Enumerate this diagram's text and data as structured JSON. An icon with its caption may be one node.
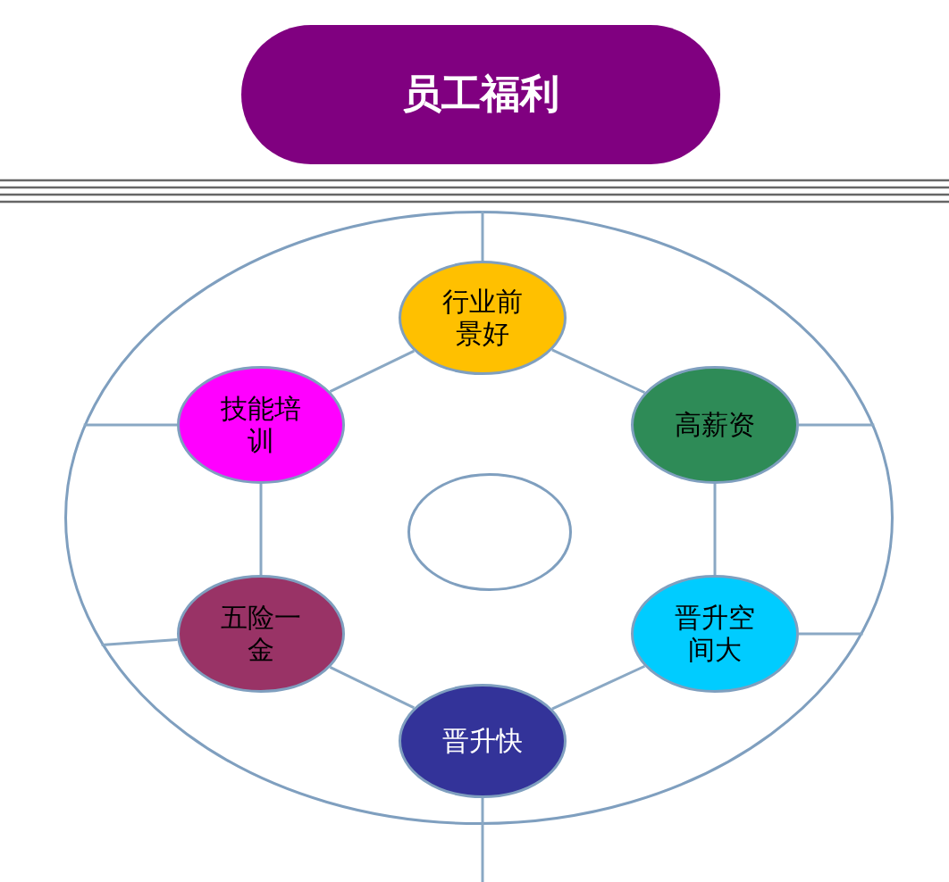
{
  "diagram": {
    "title": "员工福利",
    "nodes": [
      {
        "text": [],
        "shape": "circle"
      },
      {
        "text": [
          "行业前景好"
        ],
        "in": 0
      },
      {
        "text": [
          "技能培训"
        ],
        "in": 0
      },
      {
        "text": [
          "高薪资"
        ],
        "in": 0
      },
      {
        "text": [
          "五险一金"
        ],
        "in": 0
      },
      {
        "text": [
          "晋升空间大"
        ],
        "in": 0
      },
      {
        "text": [
          "晋升快"
        ],
        "in": 0
      },
      {
        "text": [],
        "shape": "circle",
        "in": 0
      }
    ],
    "edges": [
      {
        "from": 1,
        "to": 3,
        "arrow": "none"
      },
      {
        "from": 3,
        "to": 5,
        "arrow": "none"
      },
      {
        "from": 5,
        "to": 6,
        "arrow": "none"
      },
      {
        "from": 6,
        "to": 4,
        "arrow": "none"
      },
      {
        "from": 4,
        "to": 2,
        "arrow": "none"
      },
      {
        "from": 2,
        "to": 1,
        "arrow": "none"
      },
      {
        "from": 0,
        "to": 1,
        "arrow": "none"
      },
      {
        "from": 0,
        "to": 2,
        "arrow": "none"
      },
      {
        "from": 0,
        "to": 3,
        "arrow": "none"
      },
      {
        "from": 0,
        "to": 4,
        "arrow": "none"
      },
      {
        "from": 0,
        "to": 5,
        "arrow": "none"
      },
      {
        "from": 0,
        "to": 6,
        "arrow": "none"
      }
    ]
  }
}
